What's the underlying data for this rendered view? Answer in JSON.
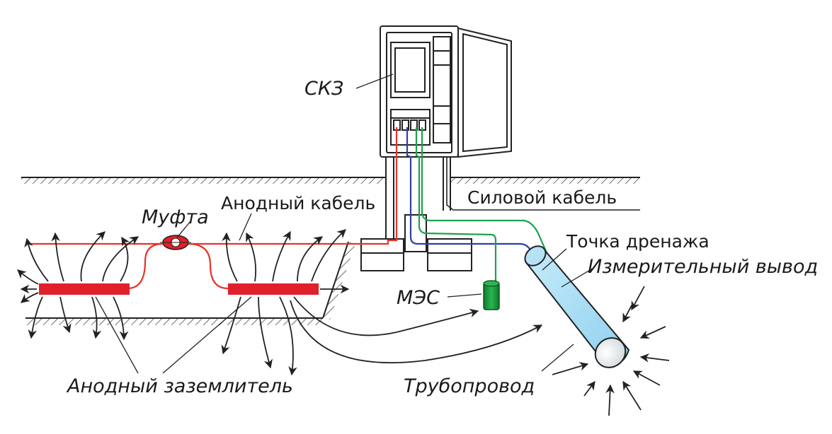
{
  "labels": {
    "skz": "СКЗ",
    "anode_cable": "Анодный кабель",
    "coupling": "Муфта",
    "power_cable": "Силовой кабель",
    "drain_point": "Точка дренажа",
    "measuring_terminal": "Измерительный вывод",
    "mes": "МЭС",
    "pipeline": "Трубопровод",
    "anode_ground": "Анодный заземлитель"
  },
  "colors": {
    "anode_cable": "#e8332a",
    "anode_bar": "#e0202a",
    "blue_wire": "#2f3fa8",
    "green_wire": "#1fa14f",
    "pipe_fill": "#a9dcf2",
    "mes_fill": "#1a9a3e",
    "outline": "#222222"
  }
}
